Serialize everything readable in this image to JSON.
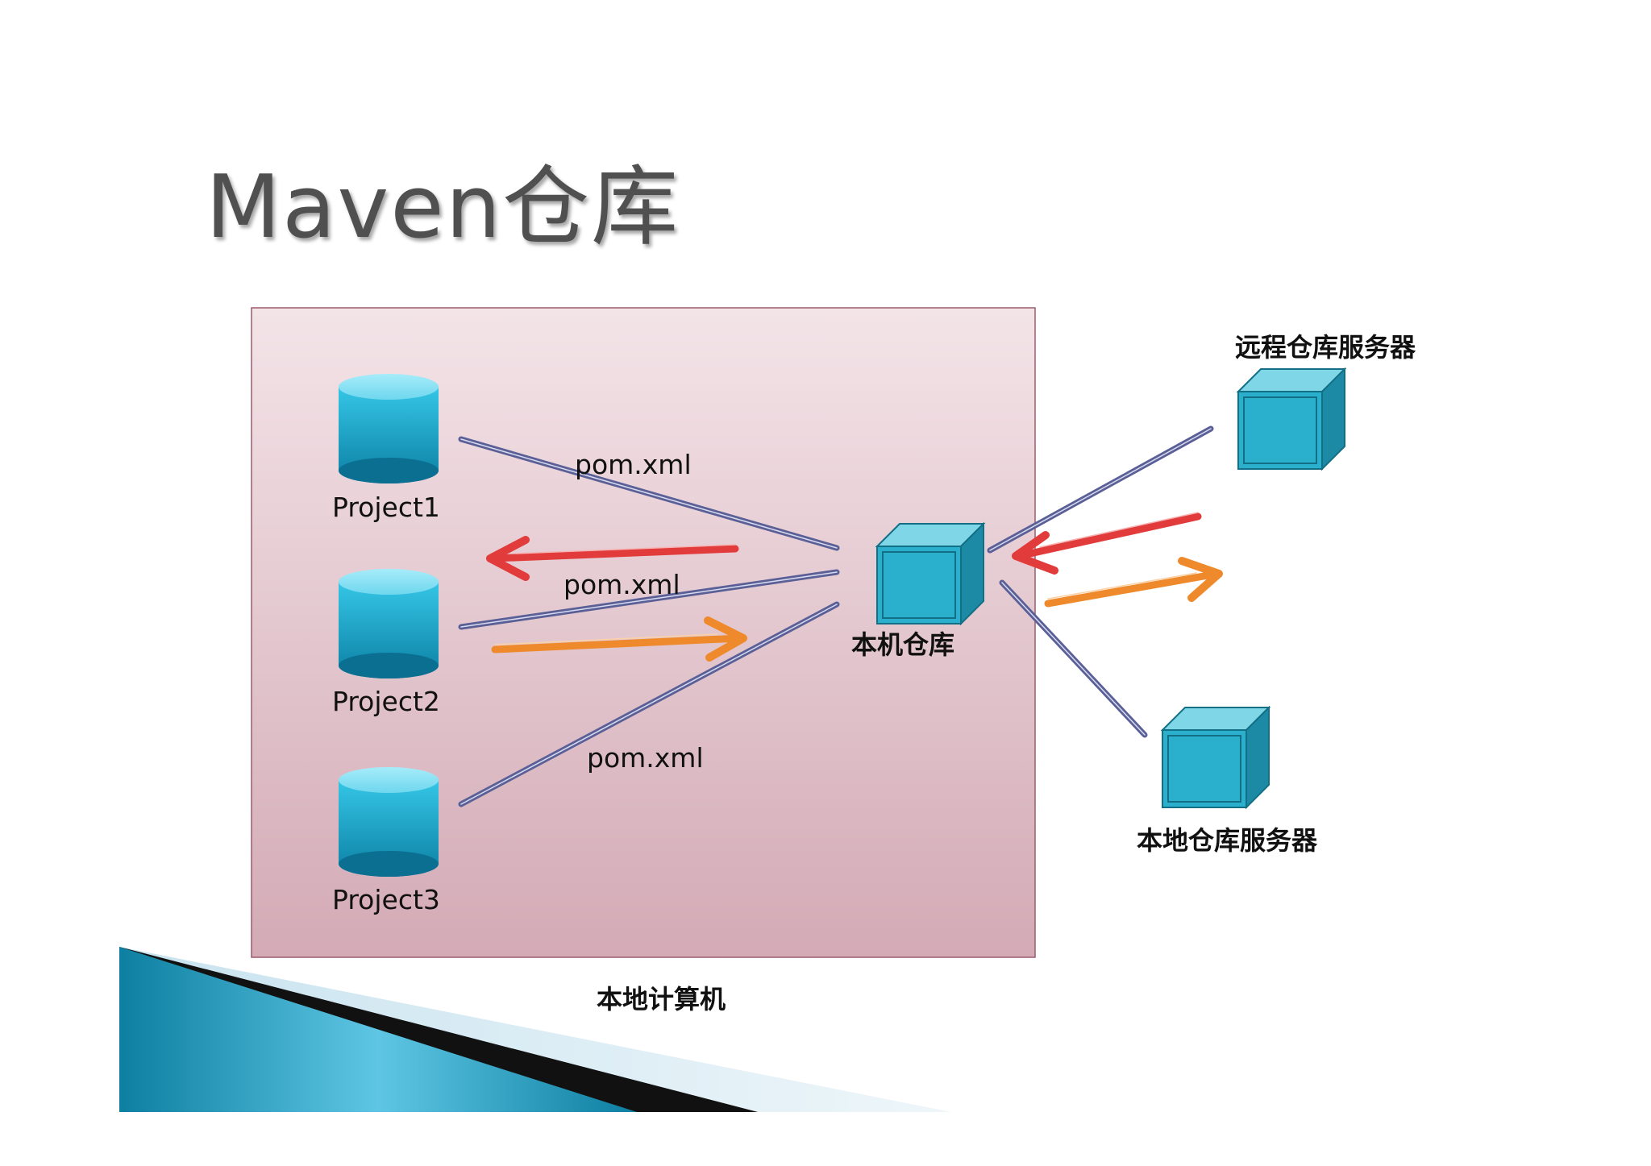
{
  "slide": {
    "title": "Maven仓库"
  },
  "diagram": {
    "local_computer_label": "本地计算机",
    "projects": [
      {
        "label": "Project1"
      },
      {
        "label": "Project2"
      },
      {
        "label": "Project3"
      }
    ],
    "pom_labels": [
      "pom.xml",
      "pom.xml",
      "pom.xml"
    ],
    "local_repo_label": "本机仓库",
    "remote_server_label": "远程仓库服务器",
    "local_server_label": "本地仓库服务器"
  },
  "colors": {
    "cylinder": "#1a9fc4",
    "cube": "#2ab0cc",
    "link_line": "#5a5f96",
    "arrow_red": "#e23b3b",
    "arrow_orange": "#ef8a2c",
    "box_top": "#f3e4e8",
    "box_bottom": "#d3aab5"
  }
}
